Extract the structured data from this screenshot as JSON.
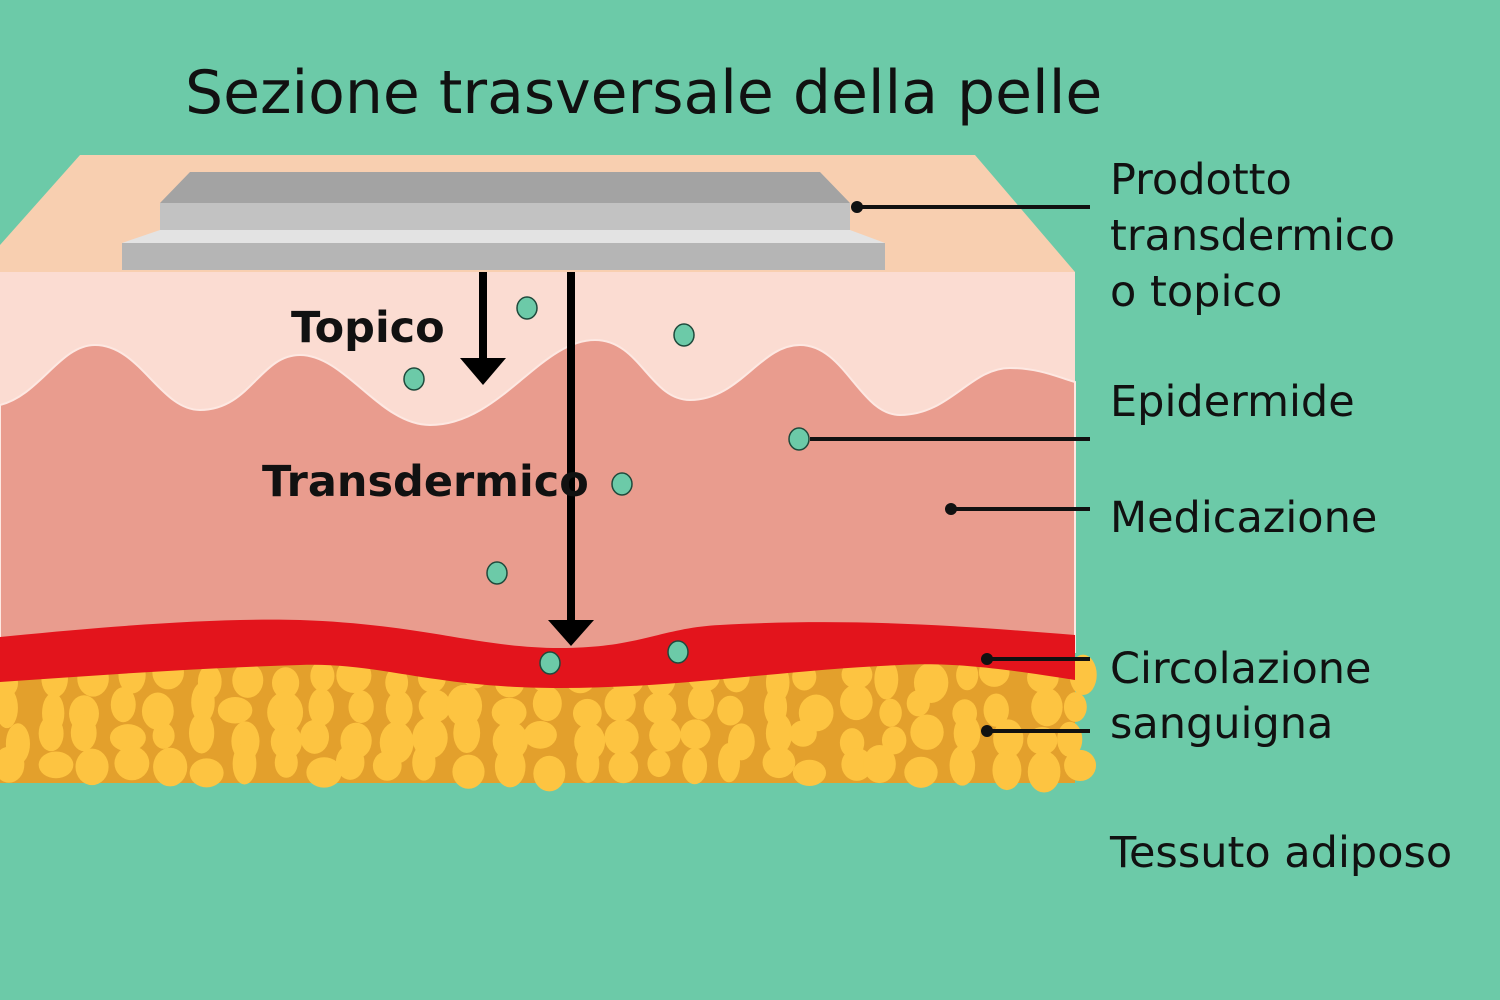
{
  "title": "Sezione trasversale della pelle",
  "path_labels": {
    "topical": "Topico",
    "transdermal": "Transdermico"
  },
  "legend": [
    {
      "id": "product",
      "lines": [
        "Prodotto",
        "transdermico",
        "o topico"
      ]
    },
    {
      "id": "epidermis",
      "lines": [
        "Epidermide"
      ]
    },
    {
      "id": "medication",
      "lines": [
        "Medicazione"
      ]
    },
    {
      "id": "circulation",
      "lines": [
        "Circolazione",
        "sanguigna"
      ]
    },
    {
      "id": "adipose",
      "lines": [
        "Tessuto adiposo"
      ]
    }
  ],
  "colors": {
    "background": "#6ccaa8",
    "skin_top": "#f8cfb0",
    "epidermis": "#fbdcd2",
    "dermis": "#e99c8e",
    "blood": "#e3141c",
    "fat": "#e3a02c",
    "fat_cells": "#fdc441",
    "medication_dot": "#6ccaa8"
  }
}
